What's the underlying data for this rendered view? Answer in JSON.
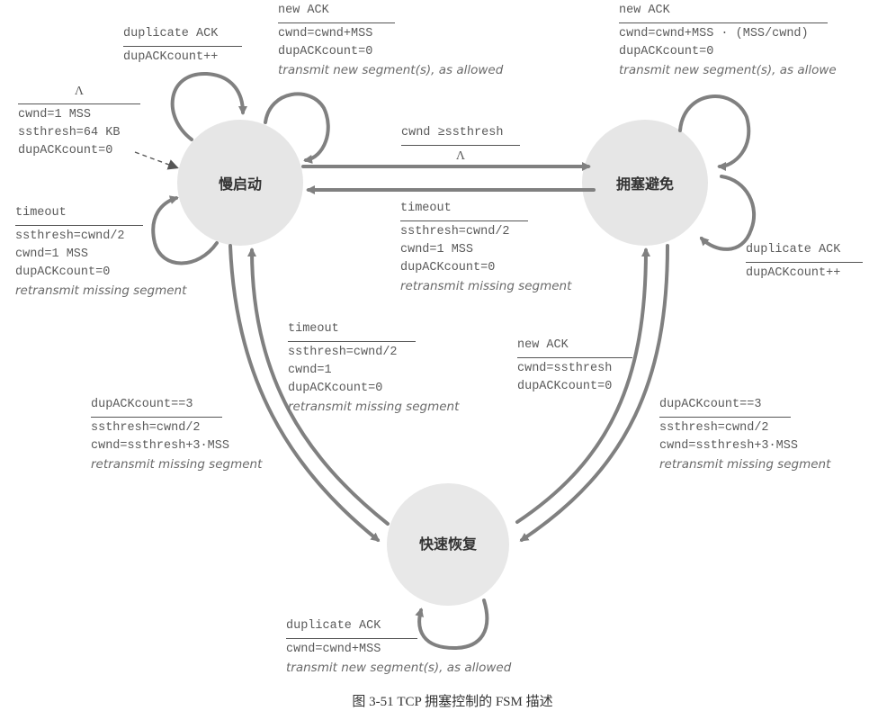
{
  "states": {
    "slow_start": {
      "label": "慢启动"
    },
    "congestion_avoidance": {
      "label": "拥塞避免"
    },
    "fast_recovery": {
      "label": "快速恢复"
    }
  },
  "transitions": {
    "initial": {
      "event": "Λ",
      "actions": [
        "cwnd=1 MSS",
        "ssthresh=64 KB",
        "dupACKcount=0"
      ]
    },
    "ss_dup_ack": {
      "event": "duplicate ACK",
      "actions": [
        "dupACKcount++"
      ]
    },
    "ss_new_ack": {
      "event": "new ACK",
      "actions": [
        "cwnd=cwnd+MSS",
        "dupACKcount=0"
      ],
      "italic": "transmit new segment(s), as allowed"
    },
    "ss_timeout": {
      "event": "timeout",
      "actions": [
        "ssthresh=cwnd/2",
        "cwnd=1 MSS",
        "dupACKcount=0"
      ],
      "italic": "retransmit missing segment"
    },
    "ss_to_ca": {
      "event": "cwnd ≥ssthresh",
      "action": "Λ"
    },
    "ca_timeout": {
      "event": "timeout",
      "actions": [
        "ssthresh=cwnd/2",
        "cwnd=1 MSS",
        "dupACKcount=0"
      ],
      "italic": "retransmit missing segment"
    },
    "ca_new_ack": {
      "event": "new ACK",
      "actions": [
        "cwnd=cwnd+MSS · (MSS/cwnd)",
        "dupACKcount=0"
      ],
      "italic": "transmit new segment(s), as allowe"
    },
    "ca_dup_ack": {
      "event": "duplicate ACK",
      "actions": [
        "dupACKcount++"
      ]
    },
    "fr_timeout": {
      "event": "timeout",
      "actions": [
        "ssthresh=cwnd/2",
        "cwnd=1",
        "dupACKcount=0"
      ],
      "italic": "retransmit missing segment"
    },
    "fr_new_ack": {
      "event": "new ACK",
      "actions": [
        "cwnd=ssthresh",
        "dupACKcount=0"
      ]
    },
    "ss_dup3": {
      "event": "dupACKcount==3",
      "actions": [
        "ssthresh=cwnd/2",
        "cwnd=ssthresh+3·MSS"
      ],
      "italic": "retransmit missing segment"
    },
    "ca_dup3": {
      "event": "dupACKcount==3",
      "actions": [
        "ssthresh=cwnd/2",
        "cwnd=ssthresh+3·MSS"
      ],
      "italic": "retransmit missing segment"
    },
    "fr_dup_ack": {
      "event": "duplicate ACK",
      "actions": [
        "cwnd=cwnd+MSS"
      ],
      "italic": "transmit new segment(s), as allowed"
    }
  },
  "caption": "图 3-51   TCP 拥塞控制的 FSM 描述",
  "colors": {
    "state_fill": "#e6e6e6",
    "arrow": "#808080",
    "text": "#5a5a5a"
  }
}
